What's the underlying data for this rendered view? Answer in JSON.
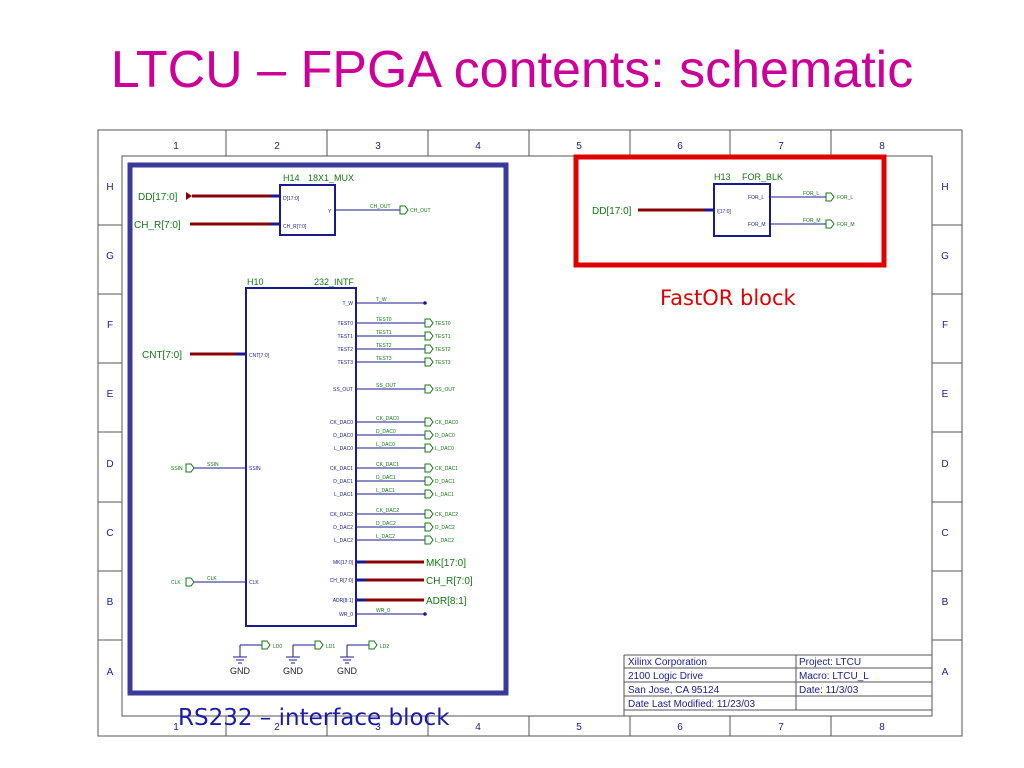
{
  "slide": {
    "title": "LTCU – FPGA contents: schematic",
    "fastor_caption": "FastOR block",
    "rs232_caption": "RS232 – interface block"
  },
  "colors": {
    "title": "#cc0099",
    "wire": "#8b0000",
    "bus": "#1a1a8c",
    "frame_blue": "#3a3a9a",
    "frame_red": "#e00000",
    "net_green": "#117711"
  },
  "schematic": {
    "col_labels": [
      "1",
      "2",
      "3",
      "4",
      "5",
      "6",
      "7",
      "8"
    ],
    "row_labels": [
      "H",
      "G",
      "F",
      "E",
      "D",
      "C",
      "B",
      "A"
    ],
    "mux": {
      "ref": "H14",
      "name": "18X1_MUX",
      "in_d": "DD[17:0]",
      "in_ch": "CH_R[7:0]",
      "pin_d": "D[17:0]",
      "pin_ch": "CH_R[7:0]",
      "pin_y": "Y",
      "net_out": "CH_OUT",
      "port_out": "CH_OUT"
    },
    "intf": {
      "ref": "H10",
      "name": "232_INTF"
    },
    "inputs": {
      "cnt": "CNT[7:0]",
      "cnt_pin": "CNT[7:0]",
      "ssin_port": "SSIN",
      "ssin_net": "SSIN",
      "ssin_pin": "SSIN",
      "clk_port": "CLK",
      "clk_net": "CLK",
      "clk_pin": "CLK"
    },
    "outputs": [
      {
        "pin": "T_W",
        "net": "T_W",
        "port": ""
      },
      {
        "pin": "TEST0",
        "net": "TEST0",
        "port": "TEST0"
      },
      {
        "pin": "TEST1",
        "net": "TEST1",
        "port": "TEST1"
      },
      {
        "pin": "TEST2",
        "net": "TEST2",
        "port": "TEST2"
      },
      {
        "pin": "TEST3",
        "net": "TEST3",
        "port": "TEST3"
      },
      {
        "pin": "SS_OUT",
        "net": "SS_OUT",
        "port": "SS_OUT"
      },
      {
        "pin": "CK_DAC0",
        "net": "CK_DAC0",
        "port": "CK_DAC0"
      },
      {
        "pin": "D_DAC0",
        "net": "D_DAC0",
        "port": "D_DAC0"
      },
      {
        "pin": "L_DAC0",
        "net": "L_DAC0",
        "port": "L_DAC0"
      },
      {
        "pin": "CK_DAC1",
        "net": "CK_DAC1",
        "port": "CK_DAC1"
      },
      {
        "pin": "D_DAC1",
        "net": "D_DAC1",
        "port": "D_DAC1"
      },
      {
        "pin": "L_DAC1",
        "net": "L_DAC1",
        "port": "L_DAC1"
      },
      {
        "pin": "CK_DAC2",
        "net": "CK_DAC2",
        "port": "CK_DAC2"
      },
      {
        "pin": "D_DAC2",
        "net": "D_DAC2",
        "port": "D_DAC2"
      },
      {
        "pin": "L_DAC2",
        "net": "L_DAC2",
        "port": "L_DAC2"
      },
      {
        "pin": "MK[17:0]",
        "net": "",
        "port": "MK[17:0]"
      },
      {
        "pin": "CH_R[7:0]",
        "net": "",
        "port": "CH_R[7:0]"
      },
      {
        "pin": "ADR[8:1]",
        "net": "",
        "port": "ADR[8:1]"
      },
      {
        "pin": "WR_0",
        "net": "WR_0",
        "port": ""
      }
    ],
    "leds": [
      "LD0",
      "LD1",
      "LD2"
    ],
    "gnd": "GND",
    "for_blk": {
      "ref": "H13",
      "name": "FOR_BLK",
      "in": "DD[17:0]",
      "pin_in": "I[17:0]",
      "pin_l": "FOR_L",
      "net_l": "FOR_L",
      "port_l": "FOR_L",
      "pin_m": "FOR_M",
      "net_m": "FOR_M",
      "port_m": "FOR_M"
    },
    "title_block": {
      "company": "Xilinx Corporation",
      "address1": "2100 Logic Drive",
      "address2": "San Jose, CA 95124",
      "modified": "Date Last Modified: 11/23/03",
      "project": "Project: LTCU",
      "macro": "Macro: LTCU_L",
      "date": "Date: 11/3/03"
    }
  }
}
